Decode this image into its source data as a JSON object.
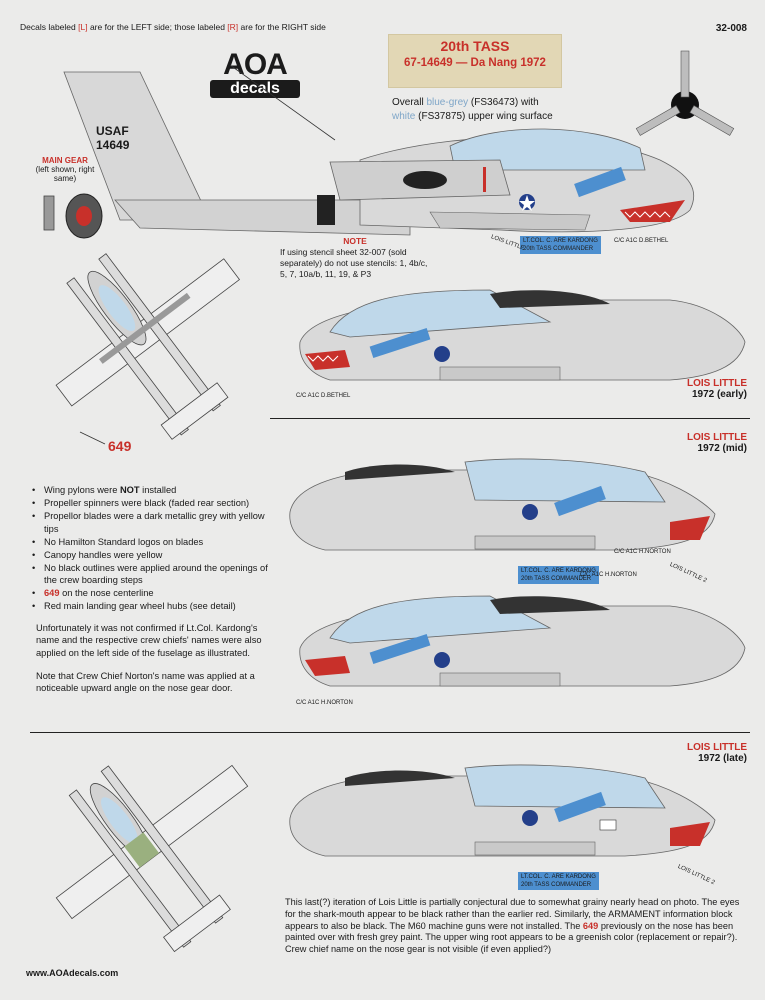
{
  "header": {
    "note_prefix": "Decals labeled ",
    "note_L": "[L]",
    "note_mid": " are for the LEFT side; those labeled ",
    "note_R": "[R]",
    "note_suffix": " are for the RIGHT side",
    "sheet_number": "32-008"
  },
  "title": {
    "unit": "20th TASS",
    "serial": "67-14649 — Da Nang 1972"
  },
  "logo": {
    "top": "AOA",
    "bottom": "decals"
  },
  "colors": {
    "prefix": "Overall ",
    "bluegrey": "blue-grey",
    "bluegrey_code": " (FS36473) with",
    "white": "white",
    "white_code": " (FS37875) upper wing surface"
  },
  "tail": {
    "usaf": "USAF",
    "number": "14649"
  },
  "main_gear": {
    "title": "MAIN GEAR",
    "desc": "(left shown, right same)"
  },
  "note": {
    "title": "NOTE",
    "text": "If using stencil sheet 32-007 (sold separately) do not use stencils: 1, 4b/c, 5, 7, 10a/b, 11, 19, & P3"
  },
  "stencils": {
    "cc_bethel": "C/C A1C D.BETHEL",
    "cc_norton": "C/C A1C H.NORTON",
    "lois_little": "LOIS LITTLE",
    "lois_little_2": "LOIS LITTLE 2",
    "name_block_1": "LT.COL. C. ARE KARDONG",
    "name_block_2": "20th TASS COMMANDER"
  },
  "profiles": [
    {
      "name": "LOIS LITTLE",
      "year": "1972 (early)"
    },
    {
      "name": "LOIS LITTLE",
      "year": "1972 (mid)"
    },
    {
      "name": "LOIS LITTLE",
      "year": "1972 (late)"
    }
  ],
  "callout": "649",
  "bullets": [
    [
      "Wing pylons were ",
      "NOT",
      " installed"
    ],
    [
      "Propeller spinners were black (faded rear section)",
      "",
      ""
    ],
    [
      "Propellor blades were a dark metallic grey with yellow tips",
      "",
      ""
    ],
    [
      "No Hamilton Standard logos on blades",
      "",
      ""
    ],
    [
      "Canopy handles were yellow",
      "",
      ""
    ],
    [
      "No black outlines were applied around the openings of the crew boarding steps",
      "",
      ""
    ],
    [
      "",
      "649",
      " on the nose centerline"
    ],
    [
      "Red main landing gear wheel hubs (see detail)",
      "",
      ""
    ]
  ],
  "para1": "Unfortunately it was not confirmed if Lt.Col. Kardong's name and the respective crew chiefs' names were also applied on the left side of the fuselage as illustrated.",
  "para2": "Note that Crew Chief Norton's name was applied at a noticeable upward angle on the nose gear door.",
  "late_para": {
    "p1": "This last(?) iteration of Lois Little is partially conjectural due to somewhat grainy nearly head on photo. The eyes for the shark-mouth appear to be black rather than the earlier red. Similarly, the ARMAMENT information block appears to also be black. The M60 machine guns were not installed. The ",
    "n": "649",
    "p2": " previously on the nose has been painted over with fresh grey paint. The upper wing root appears to be a greenish color (replacement or repair?). Crew chief name on the nose gear is not visible (if even applied?)"
  },
  "footer": "www.AOAdecals.com"
}
